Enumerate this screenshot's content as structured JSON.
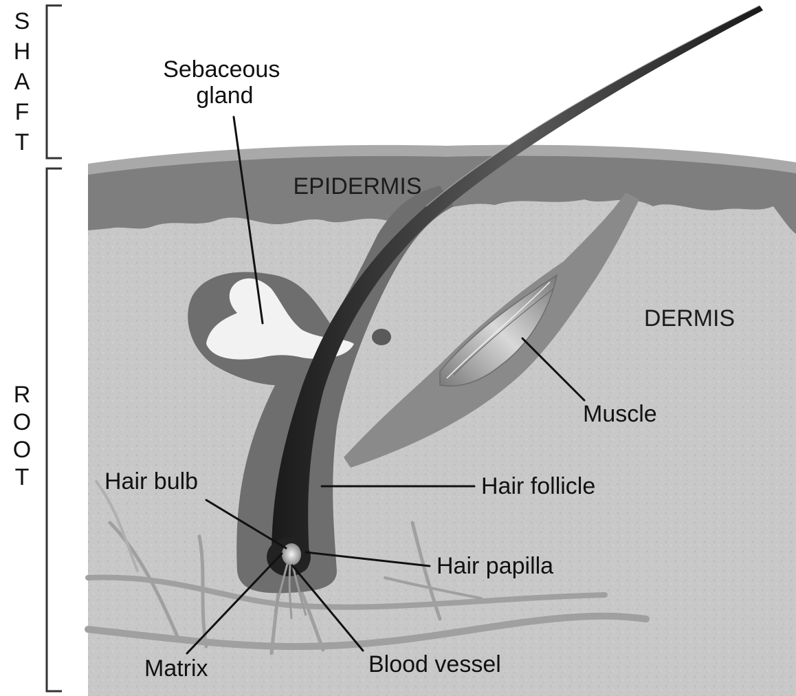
{
  "side_labels": {
    "shaft": "SHAFT",
    "root": "ROOT"
  },
  "regions": {
    "epidermis": "EPIDERMIS",
    "dermis": "DERMIS"
  },
  "labels": {
    "sebaceous_gland_line1": "Sebaceous",
    "sebaceous_gland_line2": "gland",
    "muscle": "Muscle",
    "hair_bulb": "Hair bulb",
    "hair_follicle": "Hair follicle",
    "hair_papilla": "Hair papilla",
    "matrix": "Matrix",
    "blood_vessel": "Blood vessel"
  },
  "colors": {
    "dermis": "#c6c6c6",
    "epidermis": "#7e7e7e",
    "epidermis_surface": "#a9a9a9",
    "follicle": "#6e6e6e",
    "hair": "#2a2a2a",
    "gland": "#f2f2f2",
    "muscle": "#8a8a8a",
    "vessel": "#9a9a9a"
  }
}
